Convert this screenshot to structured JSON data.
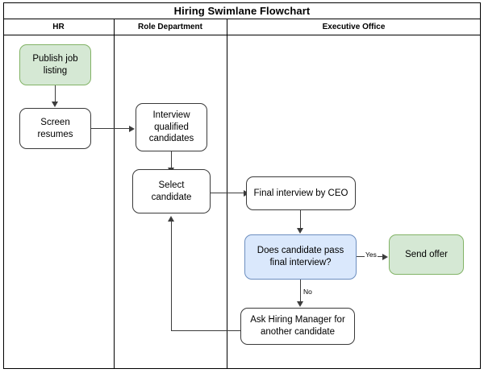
{
  "diagram": {
    "title": "Hiring Swimlane Flowchart",
    "lanes": [
      {
        "id": "hr",
        "label": "HR"
      },
      {
        "id": "role-department",
        "label": "Role Department"
      },
      {
        "id": "executive-office",
        "label": "Executive Office"
      }
    ],
    "nodes": [
      {
        "id": "publish-job-listing",
        "label": "Publish job listing",
        "lane": "hr",
        "shape": "rounded",
        "fill": "#d5e8d4",
        "stroke": "#82b366"
      },
      {
        "id": "screen-resumes",
        "label": "Screen resumes",
        "lane": "hr",
        "shape": "rounded",
        "fill": "#ffffff",
        "stroke": "#3a3a3a"
      },
      {
        "id": "interview-qualified-candidates",
        "label": "Interview qualified candidates",
        "lane": "role-department",
        "shape": "rounded",
        "fill": "#ffffff",
        "stroke": "#3a3a3a"
      },
      {
        "id": "select-candidate",
        "label": "Select candidate",
        "lane": "role-department",
        "shape": "rounded",
        "fill": "#ffffff",
        "stroke": "#3a3a3a"
      },
      {
        "id": "final-interview-by-ceo",
        "label": "Final interview by CEO",
        "lane": "executive-office",
        "shape": "rounded",
        "fill": "#ffffff",
        "stroke": "#3a3a3a"
      },
      {
        "id": "does-candidate-pass",
        "label": "Does candidate pass final interview?",
        "lane": "executive-office",
        "shape": "decision",
        "fill": "#dae8fc",
        "stroke": "#6c8ebf"
      },
      {
        "id": "send-offer",
        "label": "Send offer",
        "lane": "executive-office",
        "shape": "rounded",
        "fill": "#d5e8d4",
        "stroke": "#82b366"
      },
      {
        "id": "ask-hiring-manager",
        "label": "Ask Hiring Manager for another candidate",
        "lane": "executive-office",
        "shape": "rounded",
        "fill": "#ffffff",
        "stroke": "#3a3a3a"
      }
    ],
    "edges": [
      {
        "from": "publish-job-listing",
        "to": "screen-resumes",
        "label": ""
      },
      {
        "from": "screen-resumes",
        "to": "interview-qualified-candidates",
        "label": ""
      },
      {
        "from": "interview-qualified-candidates",
        "to": "select-candidate",
        "label": ""
      },
      {
        "from": "select-candidate",
        "to": "final-interview-by-ceo",
        "label": ""
      },
      {
        "from": "final-interview-by-ceo",
        "to": "does-candidate-pass",
        "label": ""
      },
      {
        "from": "does-candidate-pass",
        "to": "send-offer",
        "label": "Yes"
      },
      {
        "from": "does-candidate-pass",
        "to": "ask-hiring-manager",
        "label": "No"
      },
      {
        "from": "ask-hiring-manager",
        "to": "select-candidate",
        "label": ""
      }
    ],
    "edge_labels": {
      "yes": "Yes",
      "no": "No"
    }
  }
}
